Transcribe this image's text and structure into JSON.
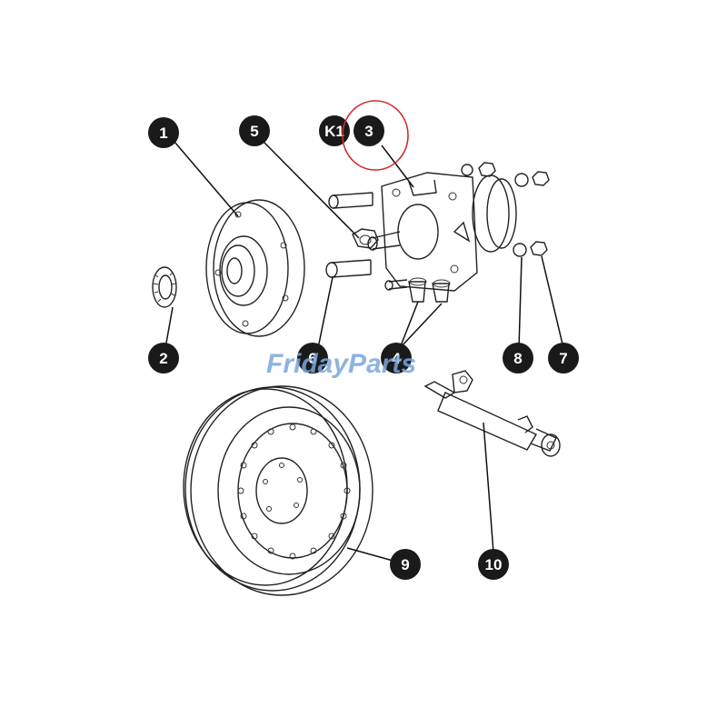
{
  "diagram": {
    "callouts": [
      {
        "id": "c1",
        "label": "1"
      },
      {
        "id": "c2",
        "label": "2"
      },
      {
        "id": "c3",
        "label": "3"
      },
      {
        "id": "k1",
        "label": "K1"
      },
      {
        "id": "c4",
        "label": "4"
      },
      {
        "id": "c5",
        "label": "5"
      },
      {
        "id": "c6",
        "label": "6"
      },
      {
        "id": "c7",
        "label": "7"
      },
      {
        "id": "c8",
        "label": "8"
      },
      {
        "id": "c9",
        "label": "9"
      },
      {
        "id": "c10",
        "label": "10"
      }
    ],
    "highlight_color": "#d42a2a",
    "highlighted_callout": "3"
  },
  "watermark": {
    "text": "FridayParts",
    "color": "#7aa6dc"
  }
}
